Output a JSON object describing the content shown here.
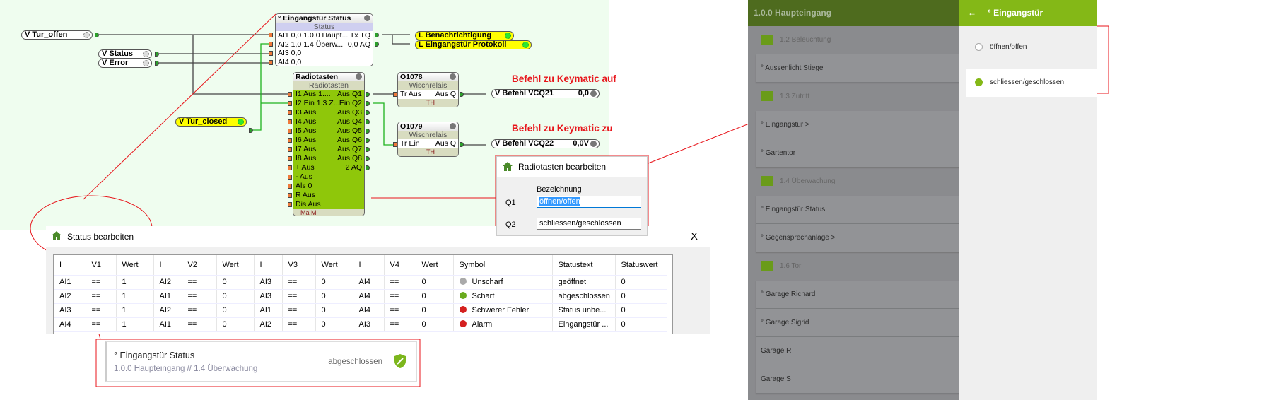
{
  "canvas": {
    "vars": {
      "tur_offen": "V  Tur_offen",
      "status": "V  Status",
      "error": "V  Error",
      "tur_closed": "V  Tur_closed",
      "vcq21": "V  Befehl VCQ21",
      "vcq21_val": "0,0",
      "vcq22": "V  Befehl VCQ22",
      "vcq22_val": "0,0V",
      "benachrichtigung": "L  Benachrichtigung",
      "protokoll": "L  Eingangstür Protokoll"
    },
    "status_block": {
      "title": "° Eingangstür Status",
      "subtitle": "Status",
      "rows": [
        [
          "AI1 0,0 1.0.0 Haupt...",
          "Tx TQ"
        ],
        [
          "AI2 1,0 1.4 Überw...",
          "0,0 AQ"
        ],
        [
          "AI3 0,0",
          ""
        ],
        [
          "AI4 0,0",
          ""
        ]
      ]
    },
    "radio_block": {
      "title": "Radiotasten",
      "subtitle": "Radiotasten",
      "rows": [
        [
          "I1 Aus 1....",
          "Aus Q1"
        ],
        [
          "I2 Ein 1.3 Z...",
          "Ein Q2"
        ],
        [
          "I3 Aus",
          "Aus Q3"
        ],
        [
          "I4 Aus",
          "Aus Q4"
        ],
        [
          "I5 Aus",
          "Aus Q5"
        ],
        [
          "I6 Aus",
          "Aus Q6"
        ],
        [
          "I7 Aus",
          "Aus Q7"
        ],
        [
          "I8 Aus",
          "Aus Q8"
        ],
        [
          "+ Aus",
          "2 AQ"
        ],
        [
          "- Aus",
          ""
        ],
        [
          "Als 0",
          ""
        ],
        [
          "R Aus",
          ""
        ],
        [
          "Dis Aus",
          ""
        ]
      ],
      "footer": "Ma   M"
    },
    "relay1": {
      "title": "O1078",
      "subtitle": "Wischrelais",
      "in": "Tr Aus",
      "out": "Aus Q",
      "footer": "TH"
    },
    "relay2": {
      "title": "O1079",
      "subtitle": "Wischrelais",
      "in": "Tr Ein",
      "out": "Aus Q",
      "footer": "TH"
    },
    "note_auf": "Befehl zu Keymatic auf",
    "note_zu": "Befehl zu Keymatic zu"
  },
  "radio_dialog": {
    "title": "Radiotasten bearbeiten",
    "column": "Bezeichnung",
    "q1_label": "Q1",
    "q1_value": "öffnen/offen",
    "q2_label": "Q2",
    "q2_value": "schliessen/geschlossen"
  },
  "status_dialog": {
    "title": "Status bearbeiten",
    "close": "X",
    "headers": [
      "I",
      "V1",
      "Wert",
      "I",
      "V2",
      "Wert",
      "I",
      "V3",
      "Wert",
      "I",
      "V4",
      "Wert",
      "Symbol",
      "Statustext",
      "Statuswert"
    ],
    "rows": [
      [
        "AI1",
        "==",
        "1",
        "AI2",
        "==",
        "0",
        "AI3",
        "==",
        "0",
        "AI4",
        "==",
        "0",
        "Unscharf",
        "geöffnet",
        "0"
      ],
      [
        "AI2",
        "==",
        "1",
        "AI1",
        "==",
        "0",
        "AI3",
        "==",
        "0",
        "AI4",
        "==",
        "0",
        "Scharf",
        "abgeschlossen",
        "0"
      ],
      [
        "AI3",
        "==",
        "1",
        "AI2",
        "==",
        "0",
        "AI1",
        "==",
        "0",
        "AI4",
        "==",
        "0",
        "Schwerer Fehler",
        "Status unbe...",
        "0"
      ],
      [
        "AI4",
        "==",
        "1",
        "AI1",
        "==",
        "0",
        "AI2",
        "==",
        "0",
        "AI3",
        "==",
        "0",
        "Alarm",
        "Eingangstür ...",
        "0"
      ]
    ],
    "symbol_colors": [
      "#aaaaaa",
      "#6aab1e",
      "#d42020",
      "#d42020"
    ]
  },
  "status_card": {
    "title": "° Eingangstür Status",
    "subtitle": "1.0.0 Haupteingang // 1.4 Überwachung",
    "value": "abgeschlossen"
  },
  "app": {
    "header": "1.0.0 Haupteingang",
    "items": [
      {
        "type": "sec",
        "label": "1.2 Beleuchtung"
      },
      {
        "type": "card",
        "label": "° Aussenlicht Stiege"
      },
      {
        "type": "sec",
        "label": "1.3 Zutritt"
      },
      {
        "type": "card",
        "label": "° Eingangstür  >"
      },
      {
        "type": "card",
        "label": "° Gartentor"
      },
      {
        "type": "sec",
        "label": "1.4 Überwachung"
      },
      {
        "type": "card",
        "label": "° Eingangstür Status"
      },
      {
        "type": "card",
        "label": "° Gegensprechanlage  >"
      },
      {
        "type": "sec",
        "label": "1.6 Tor"
      },
      {
        "type": "card",
        "label": "° Garage Richard"
      },
      {
        "type": "card",
        "label": "° Garage Sigrid"
      },
      {
        "type": "card",
        "label": "Garage R"
      },
      {
        "type": "card",
        "label": "Garage S"
      }
    ]
  },
  "side": {
    "back": "←",
    "title": "° Eingangstür",
    "options": [
      "öffnen/offen",
      "schliessen/geschlossen"
    ],
    "selected": 1
  },
  "colors": {
    "accent": "#84b817",
    "annotation": "#e8151b"
  }
}
